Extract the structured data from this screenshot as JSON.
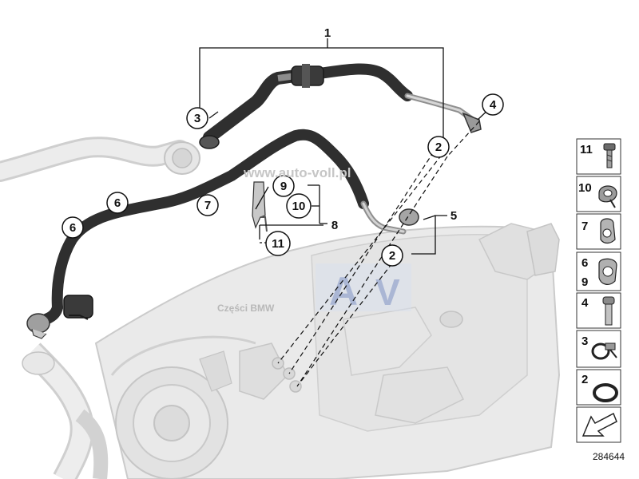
{
  "callouts": {
    "c1": "1",
    "c2a": "2",
    "c2b": "2",
    "c3": "3",
    "c4": "4",
    "c5": "5",
    "c6a": "6",
    "c6b": "6",
    "c7": "7",
    "c8": "8",
    "c9": "9",
    "c10": "10",
    "c11": "11"
  },
  "watermark": {
    "url": "www.auto-voll.pl",
    "logo_a": "A",
    "logo_v": "V",
    "parts": "Części BMW"
  },
  "legend": {
    "items": [
      {
        "labels": [
          "11"
        ],
        "icon": "bolt-icon"
      },
      {
        "labels": [
          "10"
        ],
        "icon": "clamp-10-icon"
      },
      {
        "labels": [
          "7"
        ],
        "icon": "clip-7-icon"
      },
      {
        "labels": [
          "6",
          "9"
        ],
        "icon": "clip-6-9-icon"
      },
      {
        "labels": [
          "4"
        ],
        "icon": "screw-icon"
      },
      {
        "labels": [
          "3"
        ],
        "icon": "hose-clamp-icon"
      },
      {
        "labels": [
          "2"
        ],
        "icon": "o-ring-icon"
      },
      {
        "labels": [],
        "icon": "arrow-icon"
      }
    ]
  },
  "diagram_id": "284644",
  "colors": {
    "pipe": "#2f2f2f",
    "ghost": "#e3e3e3",
    "ghost_stroke": "#c9c9c9",
    "watermark": "#b9c3dc"
  }
}
